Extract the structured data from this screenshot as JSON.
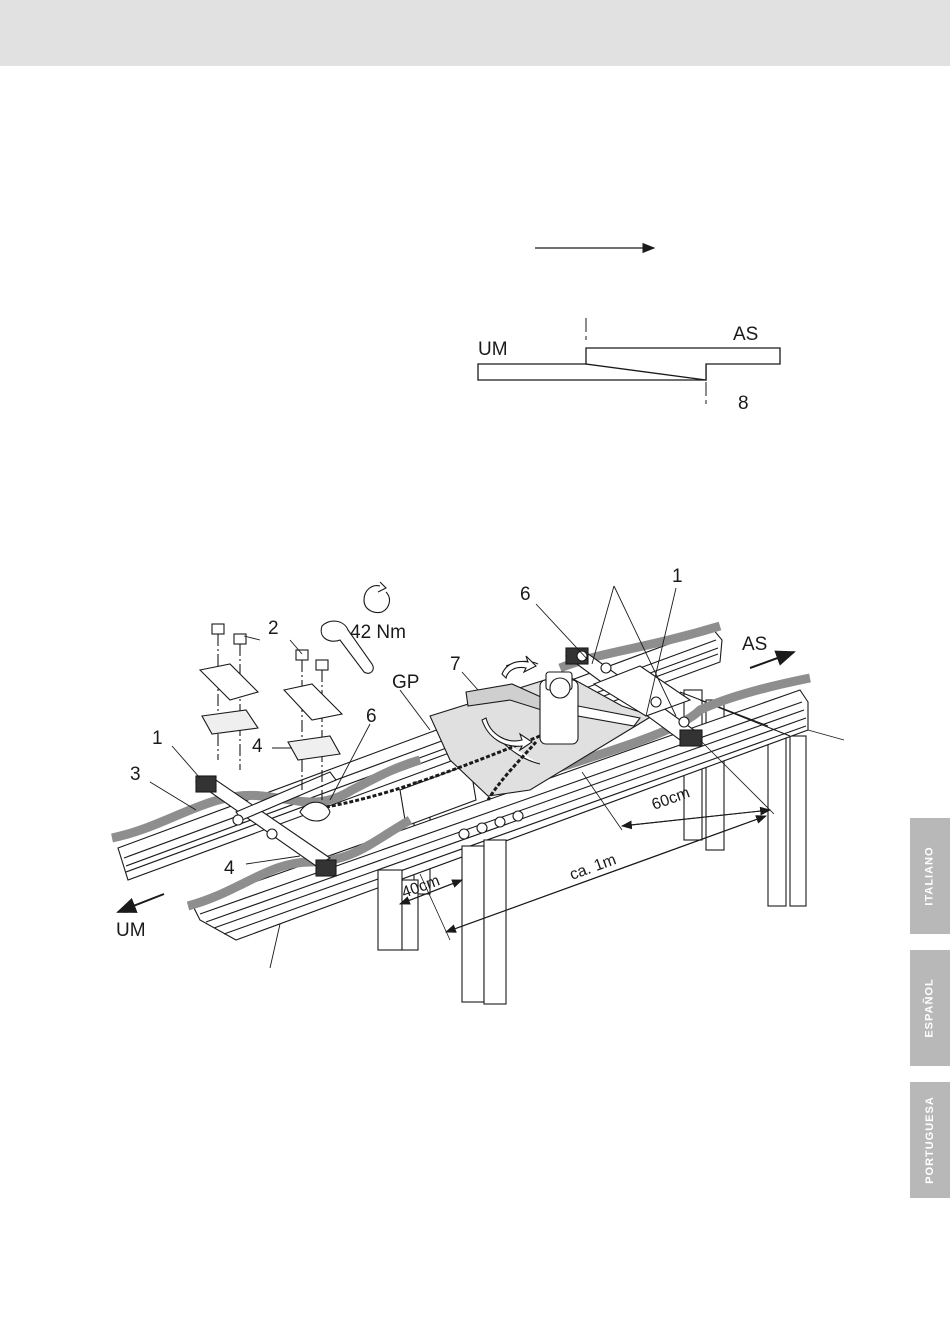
{
  "top_diagram": {
    "label_left": "UM",
    "label_right": "AS",
    "label_gap": "8"
  },
  "main_diagram": {
    "callouts": {
      "n1_left": "1",
      "n1_right": "1",
      "n2": "2",
      "n3": "3",
      "n4_upper": "4",
      "n4_lower": "4",
      "n6_left": "6",
      "n6_right": "6",
      "n7": "7",
      "gp": "GP"
    },
    "torque": "42 Nm",
    "direction_left": "UM",
    "direction_right": "AS",
    "dimensions": {
      "d40": "40cm",
      "d60": "60cm",
      "d1m": "ca. 1m"
    }
  },
  "language_tabs": [
    {
      "label": "ITALIANO"
    },
    {
      "label": "ESPAÑOL"
    },
    {
      "label": "PORTUGUESA"
    }
  ],
  "colors": {
    "header": "#e1e1e1",
    "tab": "#b8b8b8",
    "belt": "#a8a8a8"
  }
}
